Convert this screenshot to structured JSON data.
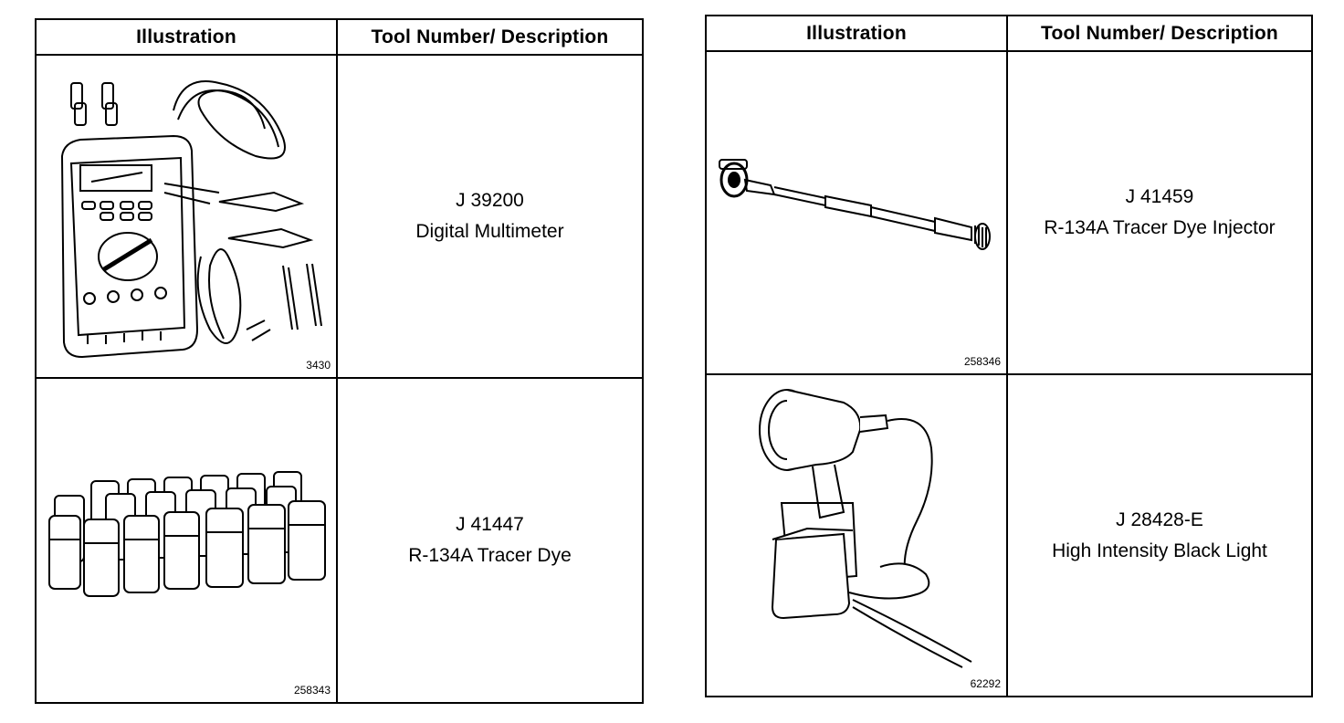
{
  "left_table": {
    "header": {
      "illustration": "Illustration",
      "tool": "Tool Number/ Description"
    },
    "rows": [
      {
        "figure_number": "3430",
        "tool_number": "J 39200",
        "description": "Digital Multimeter"
      },
      {
        "figure_number": "258343",
        "tool_number": "J 41447",
        "description": "R-134A Tracer Dye"
      }
    ]
  },
  "right_table": {
    "header": {
      "illustration": "Illustration",
      "tool": "Tool Number/ Description"
    },
    "rows": [
      {
        "figure_number": "258346",
        "tool_number": "J 41459",
        "description": "R-134A Tracer Dye Injector"
      },
      {
        "figure_number": "62292",
        "tool_number": "J 28428-E",
        "description": "High Intensity Black Light"
      }
    ]
  }
}
